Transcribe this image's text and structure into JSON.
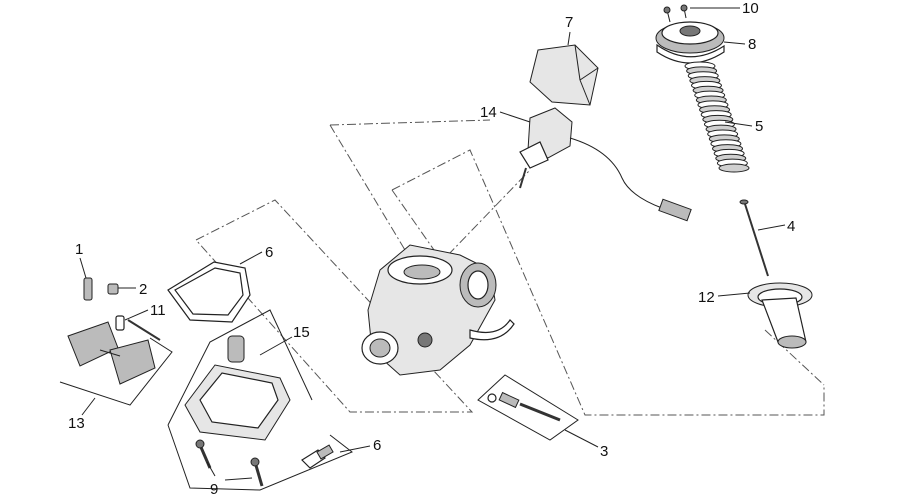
{
  "diagram": {
    "labels": {
      "l1": "1",
      "l2": "2",
      "l3": "3",
      "l4": "4",
      "l5": "5",
      "l6a": "6",
      "l6b": "6",
      "l7": "7",
      "l8": "8",
      "l9": "9",
      "l10": "10",
      "l11": "11",
      "l12": "12",
      "l13": "13",
      "l14": "14",
      "l15": "15"
    }
  }
}
